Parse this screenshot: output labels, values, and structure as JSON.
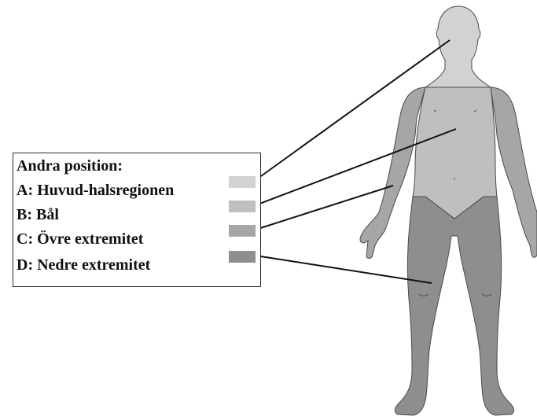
{
  "legend": {
    "title": "Andra position:",
    "items": [
      {
        "label": "A: Huvud-halsregionen",
        "color": "#d2d2d2"
      },
      {
        "label": "B: Bål",
        "color": "#bfbfbf"
      },
      {
        "label": "C: Övre extremitet",
        "color": "#a6a6a6"
      },
      {
        "label": "D: Nedre extremitet",
        "color": "#8e8e8e"
      }
    ]
  },
  "colors": {
    "head_neck": "#d2d2d2",
    "trunk": "#bfbfbf",
    "upper_extremity": "#a6a6a6",
    "lower_extremity": "#8e8e8e",
    "outline": "#4a4a4a",
    "leader": "#111111"
  }
}
